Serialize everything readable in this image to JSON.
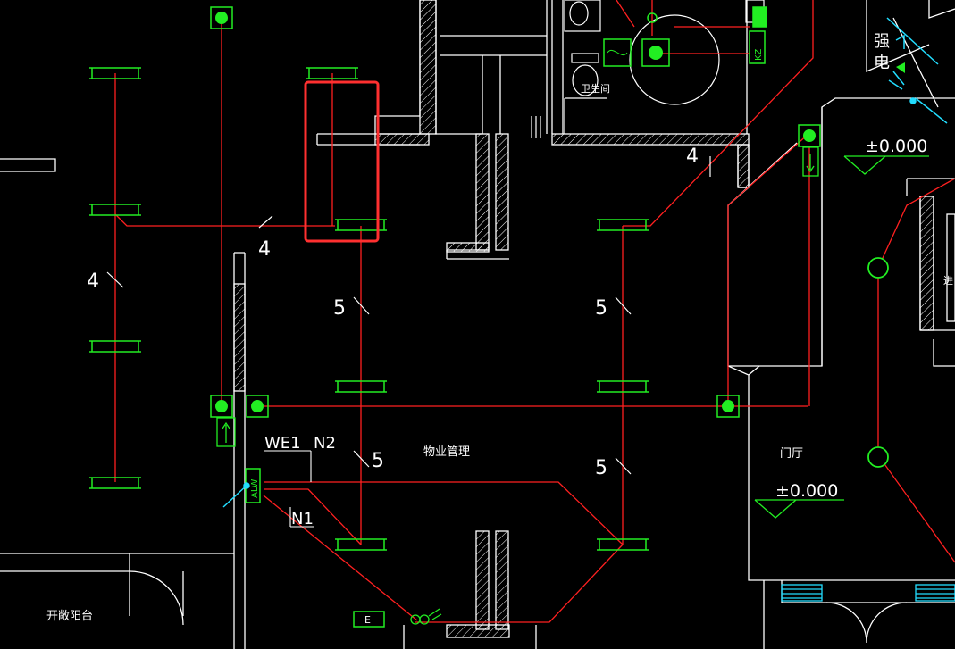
{
  "colors": {
    "background": "#000000",
    "wall": "#ffffff",
    "wire": "#ff2020",
    "fixture": "#22ee22",
    "accent": "#22ddff",
    "highlight": "#ff3030"
  },
  "labels": {
    "circuit_4_left": "4",
    "circuit_4_mid": "4",
    "circuit_4_right": "4",
    "circuit_5_a": "5",
    "circuit_5_b": "5",
    "circuit_5_c": "5",
    "circuit_5_d": "5",
    "we1": "WE1",
    "n2": "N2",
    "n1": "N1",
    "room_property": "物业管理",
    "room_lobby": "门厅",
    "room_balcony": "开敞阳台",
    "room_wc": "卫生间",
    "room_weak": "强",
    "room_elec": "电",
    "room_right_edge": "进",
    "level_top": "±0.000",
    "level_bottom": "±0.000",
    "panel_alw": "ALW",
    "panel_kz": "KZ",
    "panel_e": "E"
  }
}
